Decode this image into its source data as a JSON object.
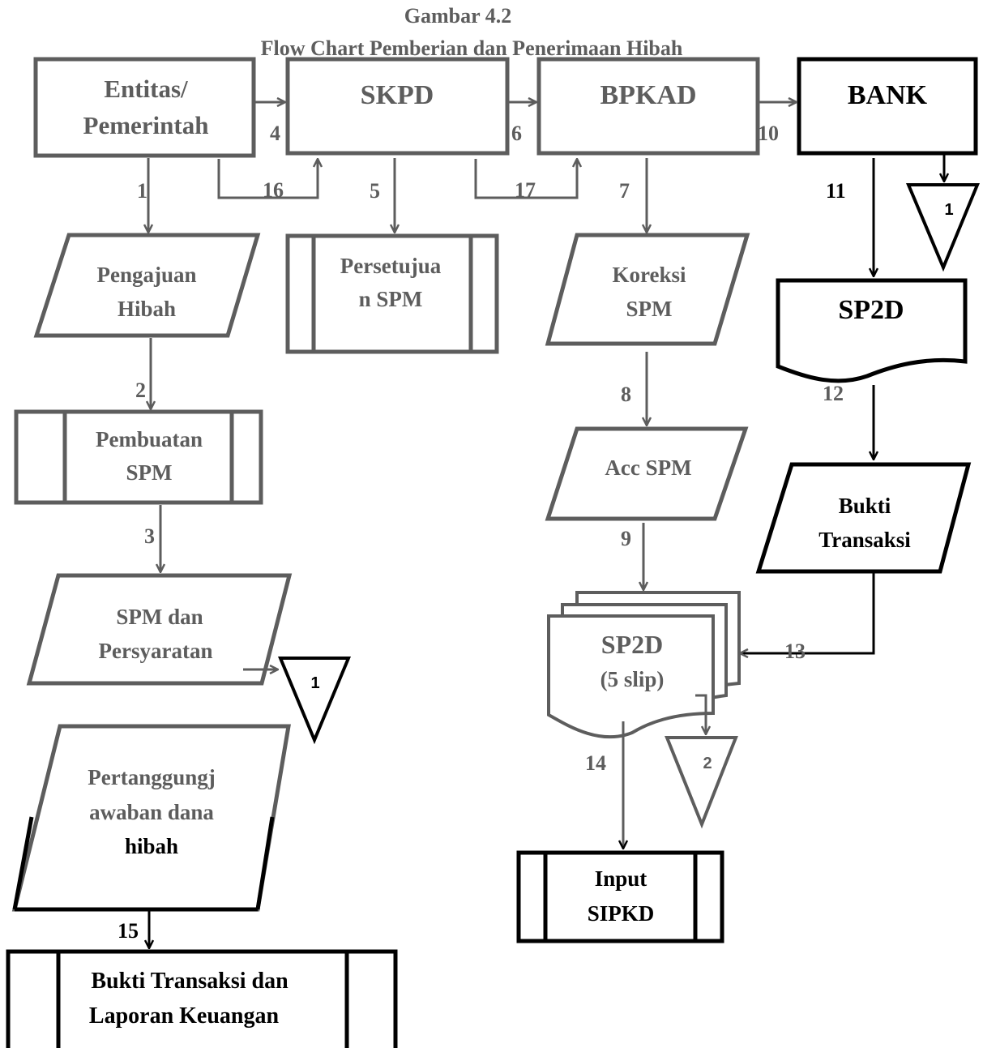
{
  "title": {
    "line1": "Gambar 4.2",
    "line2": "Flow Chart Pemberian dan Penerimaan Hibah"
  },
  "nodes": {
    "entitas": {
      "line1": "Entitas/",
      "line2": "Pemerintah"
    },
    "skpd": {
      "label": "SKPD"
    },
    "bpkad": {
      "label": "BPKAD"
    },
    "bank": {
      "label": "BANK"
    },
    "pengajuan": {
      "line1": "Pengajuan",
      "line2": "Hibah"
    },
    "persetujuan": {
      "line1": "Persetujua",
      "line2": "n SPM"
    },
    "koreksi": {
      "line1": "Koreksi",
      "line2": "SPM"
    },
    "sp2d_bank": {
      "label": "SP2D"
    },
    "pembuatan": {
      "line1": "Pembuatan",
      "line2": "SPM"
    },
    "acc": {
      "label": "Acc SPM"
    },
    "bukti": {
      "line1": "Bukti",
      "line2": "Transaksi"
    },
    "spm_syarat": {
      "line1": "SPM dan",
      "line2": "Persyaratan"
    },
    "sp2d_slip": {
      "line1": "SP2D",
      "line2": "(5 slip)"
    },
    "pertanggung": {
      "line1": "Pertanggungj",
      "line2": "awaban dana",
      "line3": "hibah"
    },
    "input": {
      "line1": "Input",
      "line2": "SIPKD"
    },
    "laporan": {
      "line1": "Bukti Transaksi dan",
      "line2": "Laporan Keuangan"
    }
  },
  "connectors": {
    "c1_bank": "1",
    "c1_spm": "1",
    "c2": "2"
  },
  "steps": {
    "s1": "1",
    "s2": "2",
    "s3": "3",
    "s4": "4",
    "s5": "5",
    "s6": "6",
    "s7": "7",
    "s8": "8",
    "s9": "9",
    "s10": "10",
    "s11": "11",
    "s12": "12",
    "s13": "13",
    "s14": "14",
    "s15": "15",
    "s16": "16",
    "s17": "17"
  },
  "colors": {
    "grey_stroke": "#5d5d5d",
    "black_stroke": "#000000",
    "grey_text": "#5d5d5d",
    "black_text": "#000000"
  }
}
